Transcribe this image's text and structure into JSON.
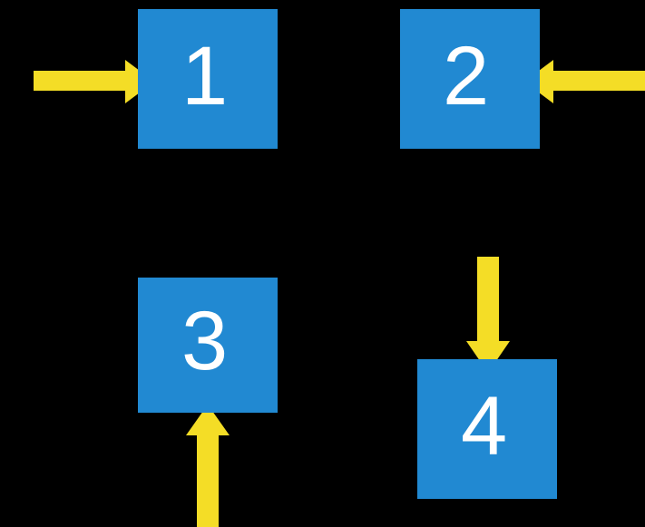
{
  "diagram": {
    "title": "four-node flow diagram",
    "background_color": "#000000",
    "node_color": "#2189D2",
    "arrow_color": "#F4DD26",
    "label_color": "#FFFFFF",
    "nodes": [
      {
        "id": "node-1",
        "label": "1"
      },
      {
        "id": "node-2",
        "label": "2"
      },
      {
        "id": "node-3",
        "label": "3"
      },
      {
        "id": "node-4",
        "label": "4"
      }
    ],
    "arrows": [
      {
        "id": "arrow-to-1",
        "name": "arrow-right-into-node-1",
        "direction": "right",
        "target": "1"
      },
      {
        "id": "arrow-to-2",
        "name": "arrow-left-into-node-2",
        "direction": "left",
        "target": "2"
      },
      {
        "id": "arrow-to-3",
        "name": "arrow-up-into-node-3",
        "direction": "up",
        "target": "3"
      },
      {
        "id": "arrow-to-4",
        "name": "arrow-down-into-node-4",
        "direction": "down",
        "target": "4"
      }
    ]
  }
}
